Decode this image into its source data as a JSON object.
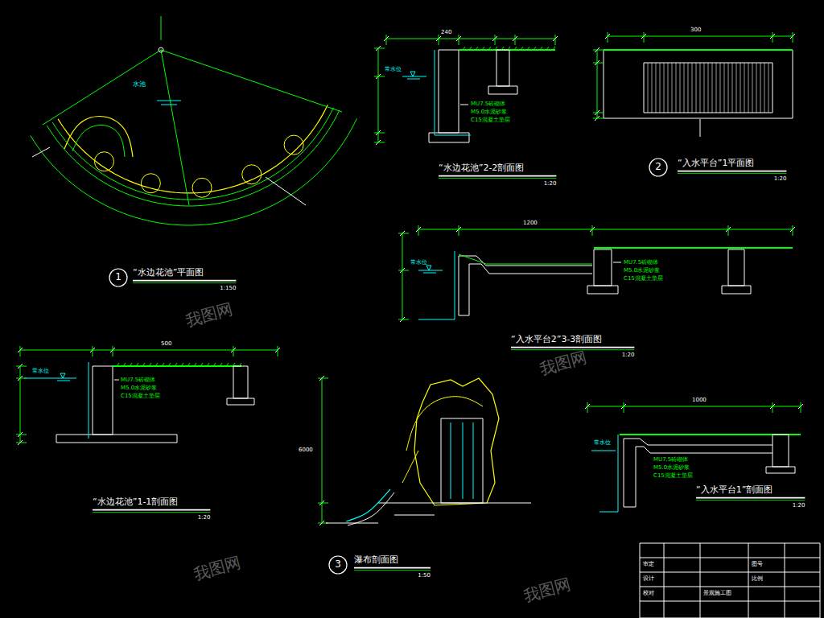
{
  "diagram": {
    "nodes": [
      {
        "text": [
          "1"
        ]
      },
      {
        "text": [
          "2"
        ]
      },
      {
        "text": [
          "3"
        ]
      }
    ],
    "labels": [
      "“水边花池”平面图",
      "1:150",
      "“水边花池”2-2剖面图",
      "1:20",
      "“入水平台”1平面图",
      "1:20",
      "“入水平台2”3-3剖面图",
      "1:20",
      "“水边花池”1-1剖面图",
      "1:20",
      "瀑布剖面图",
      "1:50",
      "“入水平台1”剖面图",
      "1:20",
      "MU7.5砖砌体",
      "M5.0水泥砂浆",
      "C15混凝土垫层",
      "MU7.5砖砌体",
      "M5.0水泥砂浆",
      "C15混凝土垫层",
      "MU7.5砖砌体",
      "M5.0水泥砂浆",
      "C15混凝土垫层",
      "MU7.5砖砌体",
      "M5.0水泥砂浆",
      "C15混凝土垫层",
      "常水位",
      "常水位",
      "常水位",
      "常水位",
      "240",
      "300",
      "1200",
      "500",
      "1000",
      "6000",
      "水池",
      "审定",
      "设计",
      "校对",
      "图号",
      "比例",
      "景观施工图",
      "我图网",
      "我图网",
      "我图网",
      "我图网"
    ]
  }
}
